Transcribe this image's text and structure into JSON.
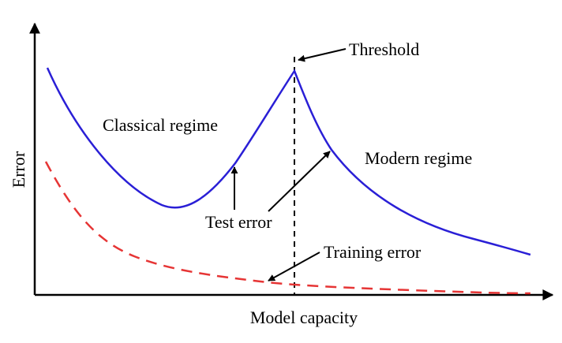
{
  "colors": {
    "test_error_curve": "#2a1fd6",
    "training_error_curve": "#e63535",
    "axes": "#000000",
    "accent_left_edge": "#2a7fd0"
  },
  "labels": {
    "y_axis": "Error",
    "x_axis": "Model capacity",
    "threshold": "Threshold",
    "classical_regime": "Classical regime",
    "modern_regime": "Modern regime",
    "test_error": "Test error",
    "training_error": "Training error"
  },
  "curves": {
    "test_error": {
      "name": "Test error",
      "style": "solid"
    },
    "training_error": {
      "name": "Training error",
      "style": "dashed"
    }
  }
}
